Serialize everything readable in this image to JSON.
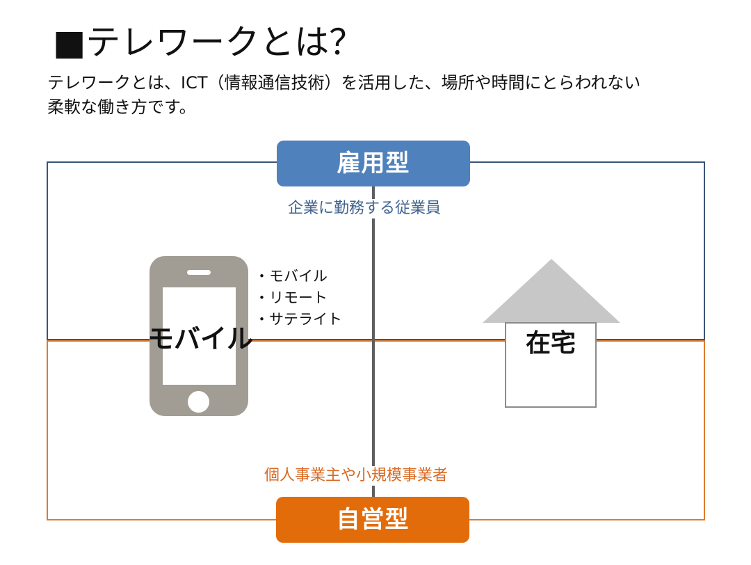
{
  "header": {
    "title": "■テレワークとは？",
    "description_line_1": "テレワークとは、ICT（情報通信技術）を活用した、場所や時間にとらわれない",
    "description_line_2": "柔軟な働き方です。"
  },
  "diagram": {
    "employed": {
      "label": "雇用型",
      "description": "企業に勤務する従業員",
      "color": "#4f81bd"
    },
    "self_employed": {
      "label": "自営型",
      "description": "個人事業主や小規模事業者",
      "color": "#e36c0a"
    },
    "mobile": {
      "icon": "smartphone-icon",
      "label": "モバイル",
      "items": [
        "・モバイル",
        "・リモート",
        "・サテライト"
      ],
      "color": "#a19d94"
    },
    "home": {
      "icon": "house-icon",
      "label": "在宅",
      "roof_color": "#c7c7c7",
      "outline_color": "#8b8b8b"
    },
    "frame_colors": {
      "employed": "#3a5477",
      "self_employed": "#de7b2e",
      "center_line": "#5f5f5f"
    }
  }
}
